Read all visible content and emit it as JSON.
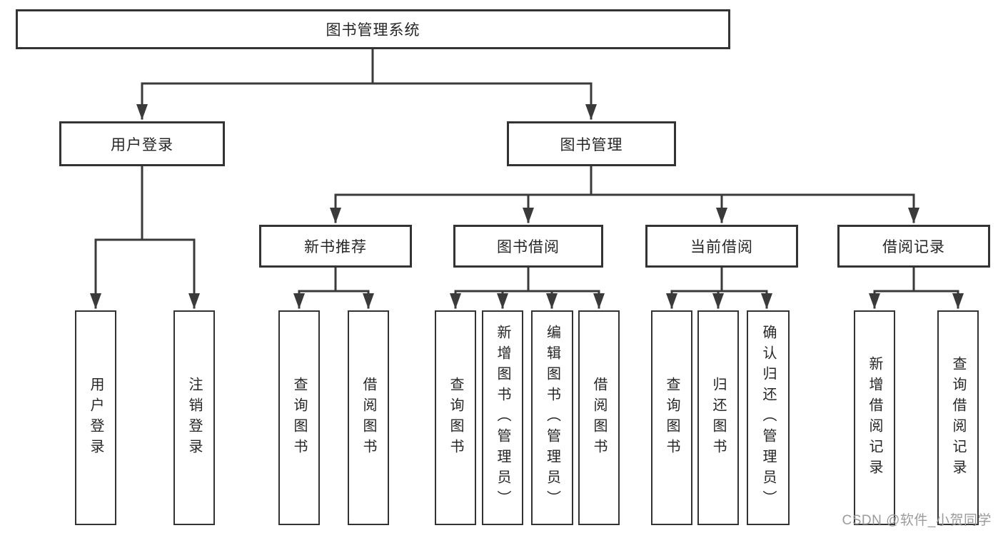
{
  "diagram_title": "图书管理系统",
  "tree": {
    "label": "图书管理系统",
    "children": [
      {
        "label": "用户登录",
        "children": [
          {
            "label": "用户登录"
          },
          {
            "label": "注销登录"
          }
        ]
      },
      {
        "label": "图书管理",
        "children": [
          {
            "label": "新书推荐",
            "children": [
              {
                "label": "查询图书"
              },
              {
                "label": "借阅图书"
              }
            ]
          },
          {
            "label": "图书借阅",
            "children": [
              {
                "label": "查询图书"
              },
              {
                "label": "新增图书（管理员）"
              },
              {
                "label": "编辑图书（管理员）"
              },
              {
                "label": "借阅图书"
              }
            ]
          },
          {
            "label": "当前借阅",
            "children": [
              {
                "label": "查询图书"
              },
              {
                "label": "归还图书"
              },
              {
                "label": "确认归还（管理员）"
              }
            ]
          },
          {
            "label": "借阅记录",
            "children": [
              {
                "label": "新增借阅记录"
              },
              {
                "label": "查询借阅记录"
              }
            ]
          }
        ]
      }
    ]
  },
  "watermark": {
    "text": "CSDN @软件_小贺同学"
  },
  "colors": {
    "background": "#ffffff",
    "box_border": "#333333",
    "connector_line": "#3a3a3a",
    "text": "#262626",
    "watermark_text": "#9b9b9b"
  }
}
